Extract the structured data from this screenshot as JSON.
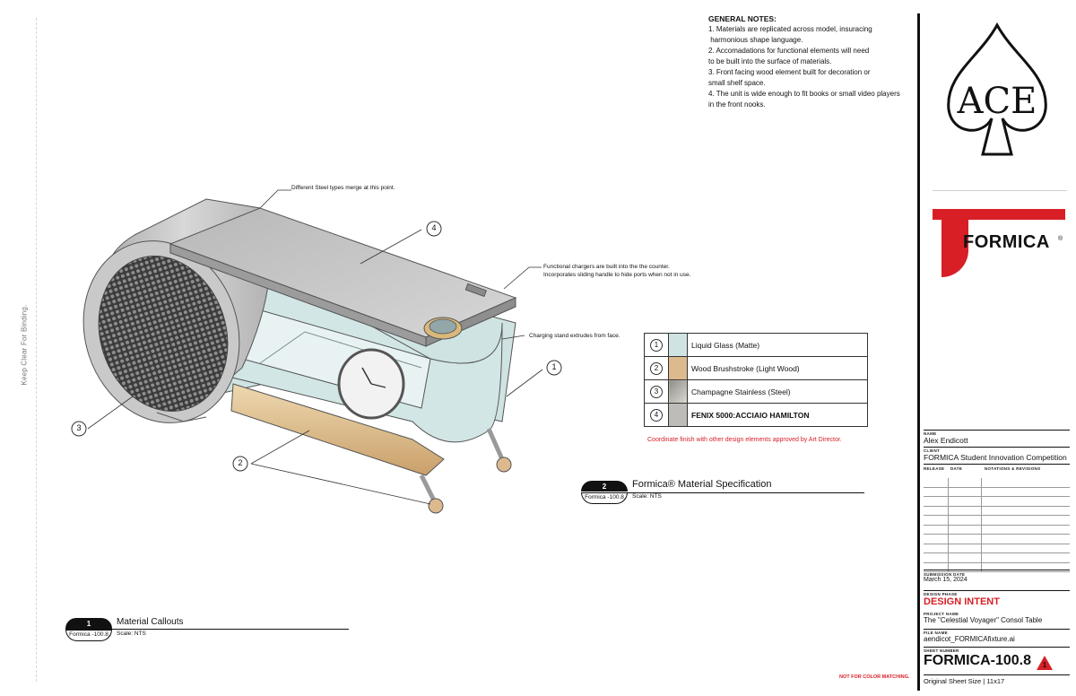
{
  "binding_note": "Keep Clear For Binding.",
  "general_notes": {
    "heading": "GENERAL NOTES:",
    "lines": [
      "1. Materials are replicated across model, insuracing",
      " harmonious shape language.",
      "2. Accomadations for functional elements will need",
      "to be built into the surface of materials.",
      "3. Front facing wood element built for decoration or",
      "small shelf space.",
      "4. The unit is wide enough to fit books or small video players",
      "in the front nooks."
    ]
  },
  "callouts": {
    "c4": "4",
    "c1": "1",
    "c3": "3",
    "c2": "2",
    "steel_merge": "Different Steel types merge at this point.",
    "chargers_line1": "Functional chargers are built into the the counter.",
    "chargers_line2": "Incorporates  sliding handle to hide ports when not in use.",
    "charging_stand": "Charging stand extrudes from face."
  },
  "material_table": {
    "rows": [
      {
        "num": "1",
        "name": "Liquid Glass (Matte)",
        "color": "#cfe3e3"
      },
      {
        "num": "2",
        "name": "Wood Brushstroke (Light Wood)",
        "color": "#ddb98e"
      },
      {
        "num": "3",
        "name": "Champagne Stainless (Steel)",
        "color": "#b9b6ad"
      },
      {
        "num": "4",
        "name": "FENIX 5000:ACCIAIO HAMILTON",
        "color": "#bdbcb9"
      }
    ],
    "note": "Coordinate finish with other design elements approved by Art Director."
  },
  "detail_2": {
    "num": "2",
    "title": "Formica® Material Specification",
    "ref": "Formica -100.8",
    "scale": "Scale: NTS"
  },
  "detail_1": {
    "num": "1",
    "title": "Material Callouts",
    "ref": "Formica -100.8",
    "scale": "Scale: NTS"
  },
  "logos": {
    "ace": "ACE",
    "formica": "FORMICA",
    "formica_reg": "®"
  },
  "title_block": {
    "name_label": "NAME",
    "name": "Alex Endicott",
    "client_label": "CLIENT",
    "client": "FORMICA Student Innovation Competition",
    "release_label": "RELEASE",
    "date_label": "DATE",
    "notations_label": "NOTATIONS & REVISIONS",
    "submission_label": "SUBMISSION DATE",
    "submission": "March 15, 2024",
    "phase_label": "DESIGN PHASE",
    "phase": "DESIGN INTENT",
    "project_label": "PROJECT NAME",
    "project": "The \"Celestial Voyager\" Consol Table",
    "file_label": "FILE NAME",
    "file": "aendicot_FORMICAfixture.ai",
    "sheet_label": "SHEET NUMBER",
    "sheet": "FORMICA-100.8",
    "sheet_flag": "1",
    "original_size": "Original Sheet Size | 11x17",
    "not_for_color": "NOT FOR COLOR MATCHING."
  },
  "colors": {
    "accent_red": "#d81f26",
    "glass": "#cfe3e3",
    "wood": "#ddb98e",
    "steel": "#b9b6ad"
  }
}
